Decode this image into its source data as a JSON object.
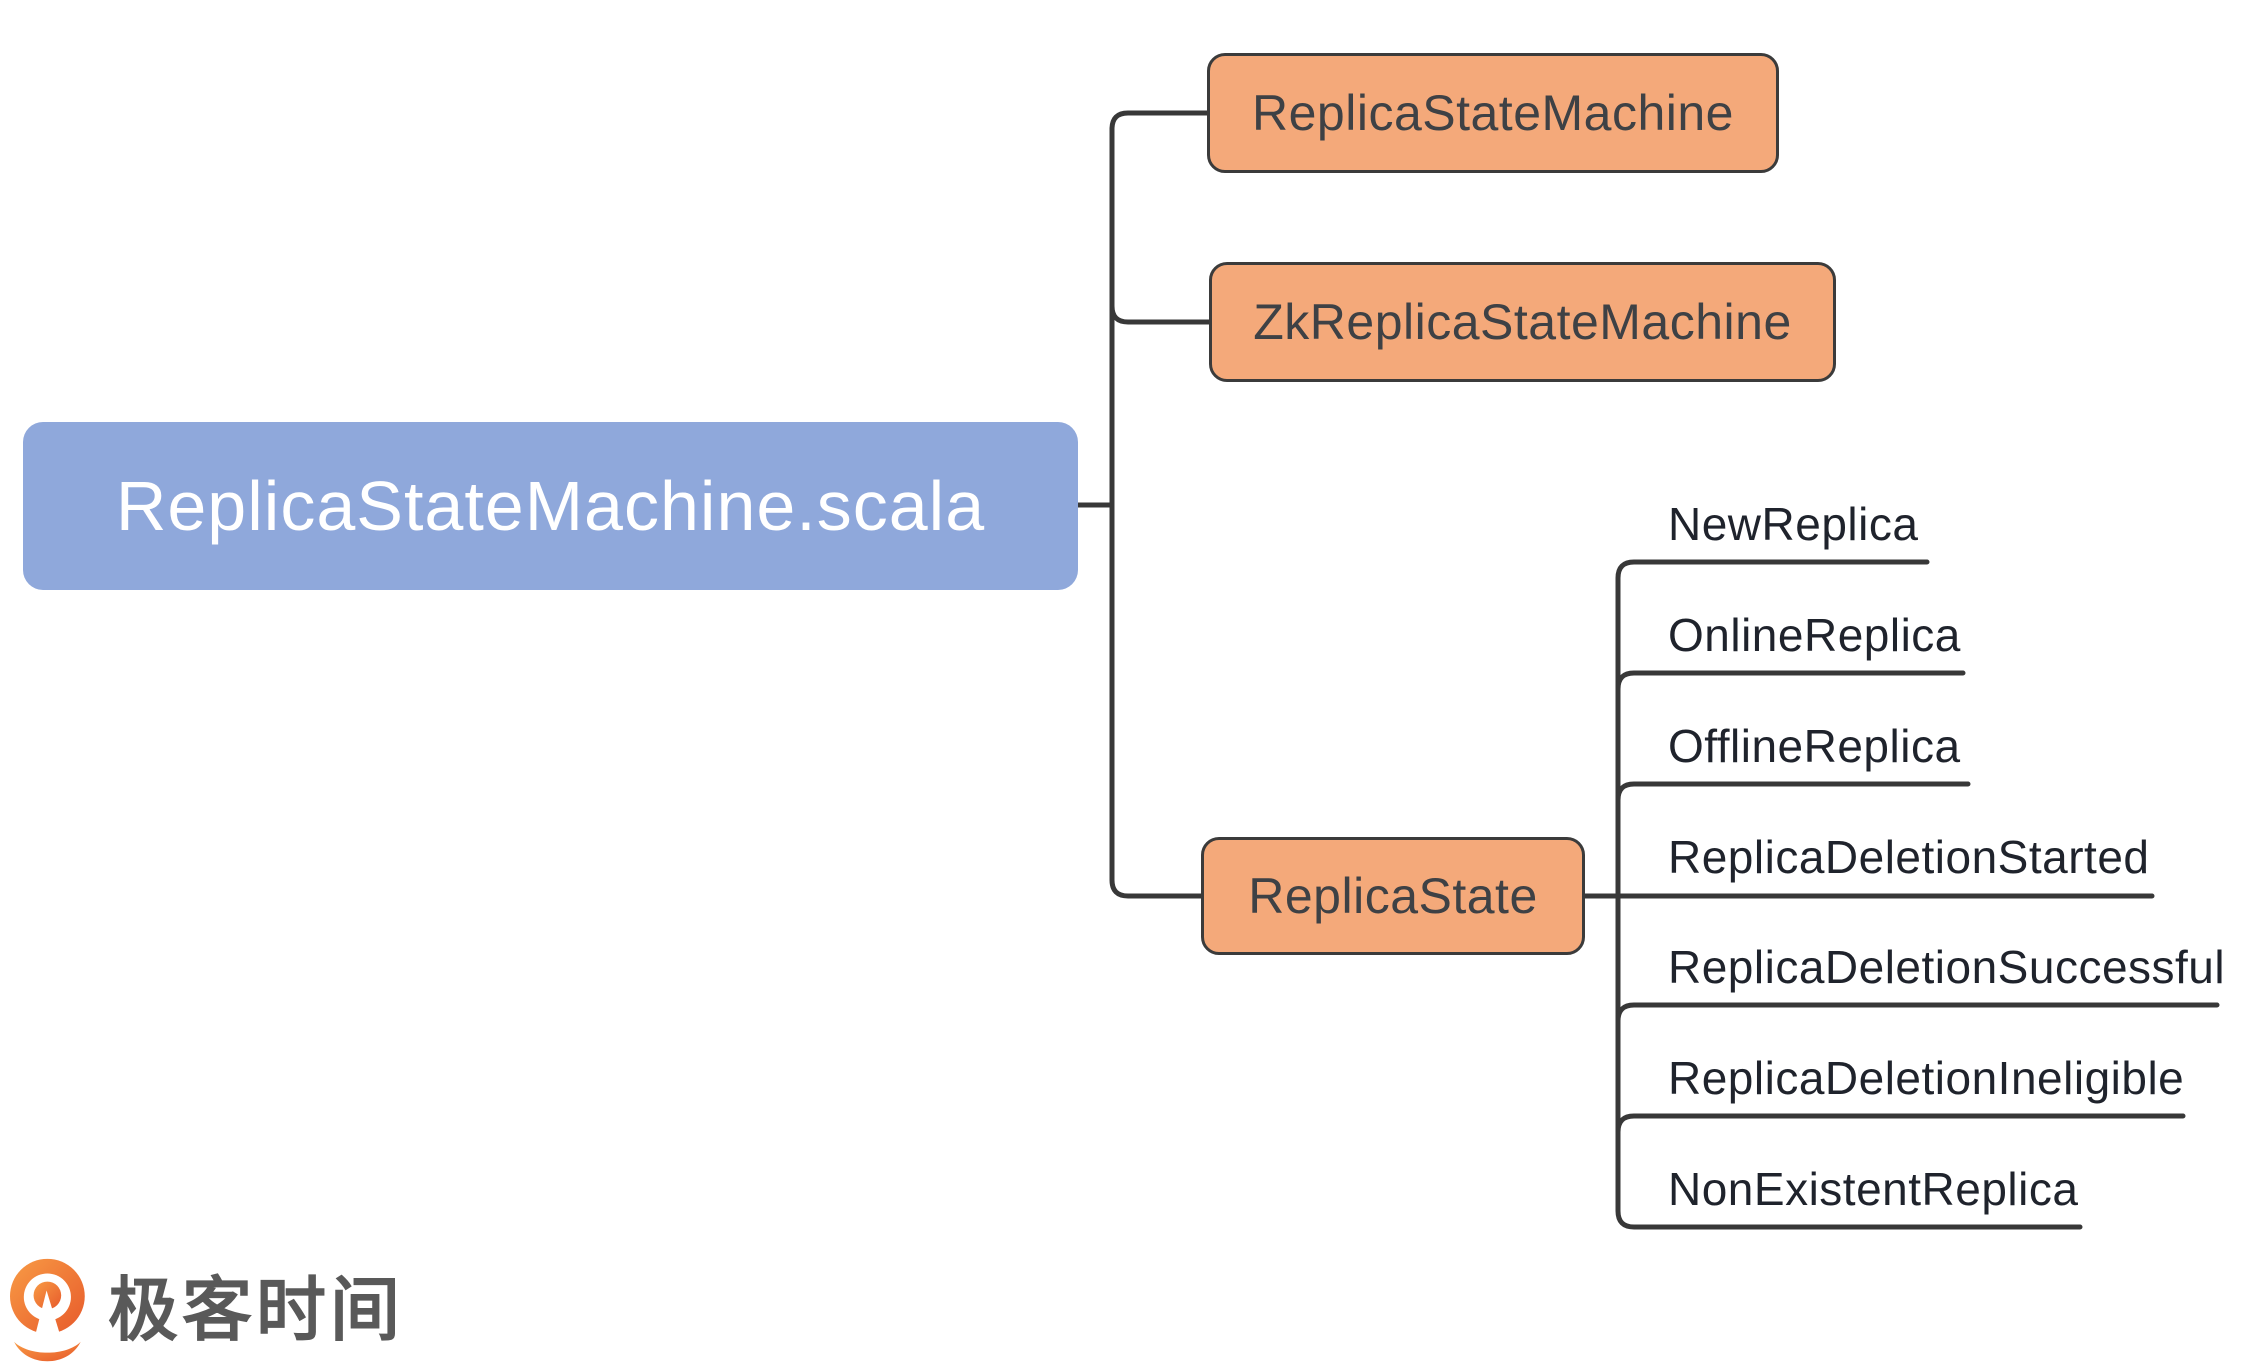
{
  "mindmap": {
    "root": {
      "label": "ReplicaStateMachine.scala"
    },
    "children": [
      {
        "label": "ReplicaStateMachine"
      },
      {
        "label": "ZkReplicaStateMachine"
      },
      {
        "label": "ReplicaState"
      }
    ],
    "leaves": [
      "NewReplica",
      "OnlineReplica",
      "OfflineReplica",
      "ReplicaDeletionStarted",
      "ReplicaDeletionSuccessful",
      "ReplicaDeletionIneligible",
      "NonExistentReplica"
    ]
  },
  "branding": {
    "logo_text": "极客时间"
  },
  "colors": {
    "root_fill": "#8FA8DB",
    "root_text": "#FFFFFF",
    "child_fill": "#F4A97A",
    "child_border": "#3B3B3B",
    "child_text": "#3E4145",
    "leaf_text": "#1F232C",
    "connector": "#383838",
    "logo_orange_light": "#F89B45",
    "logo_orange_dark": "#E75A2B",
    "logo_text_gray": "#595959"
  }
}
